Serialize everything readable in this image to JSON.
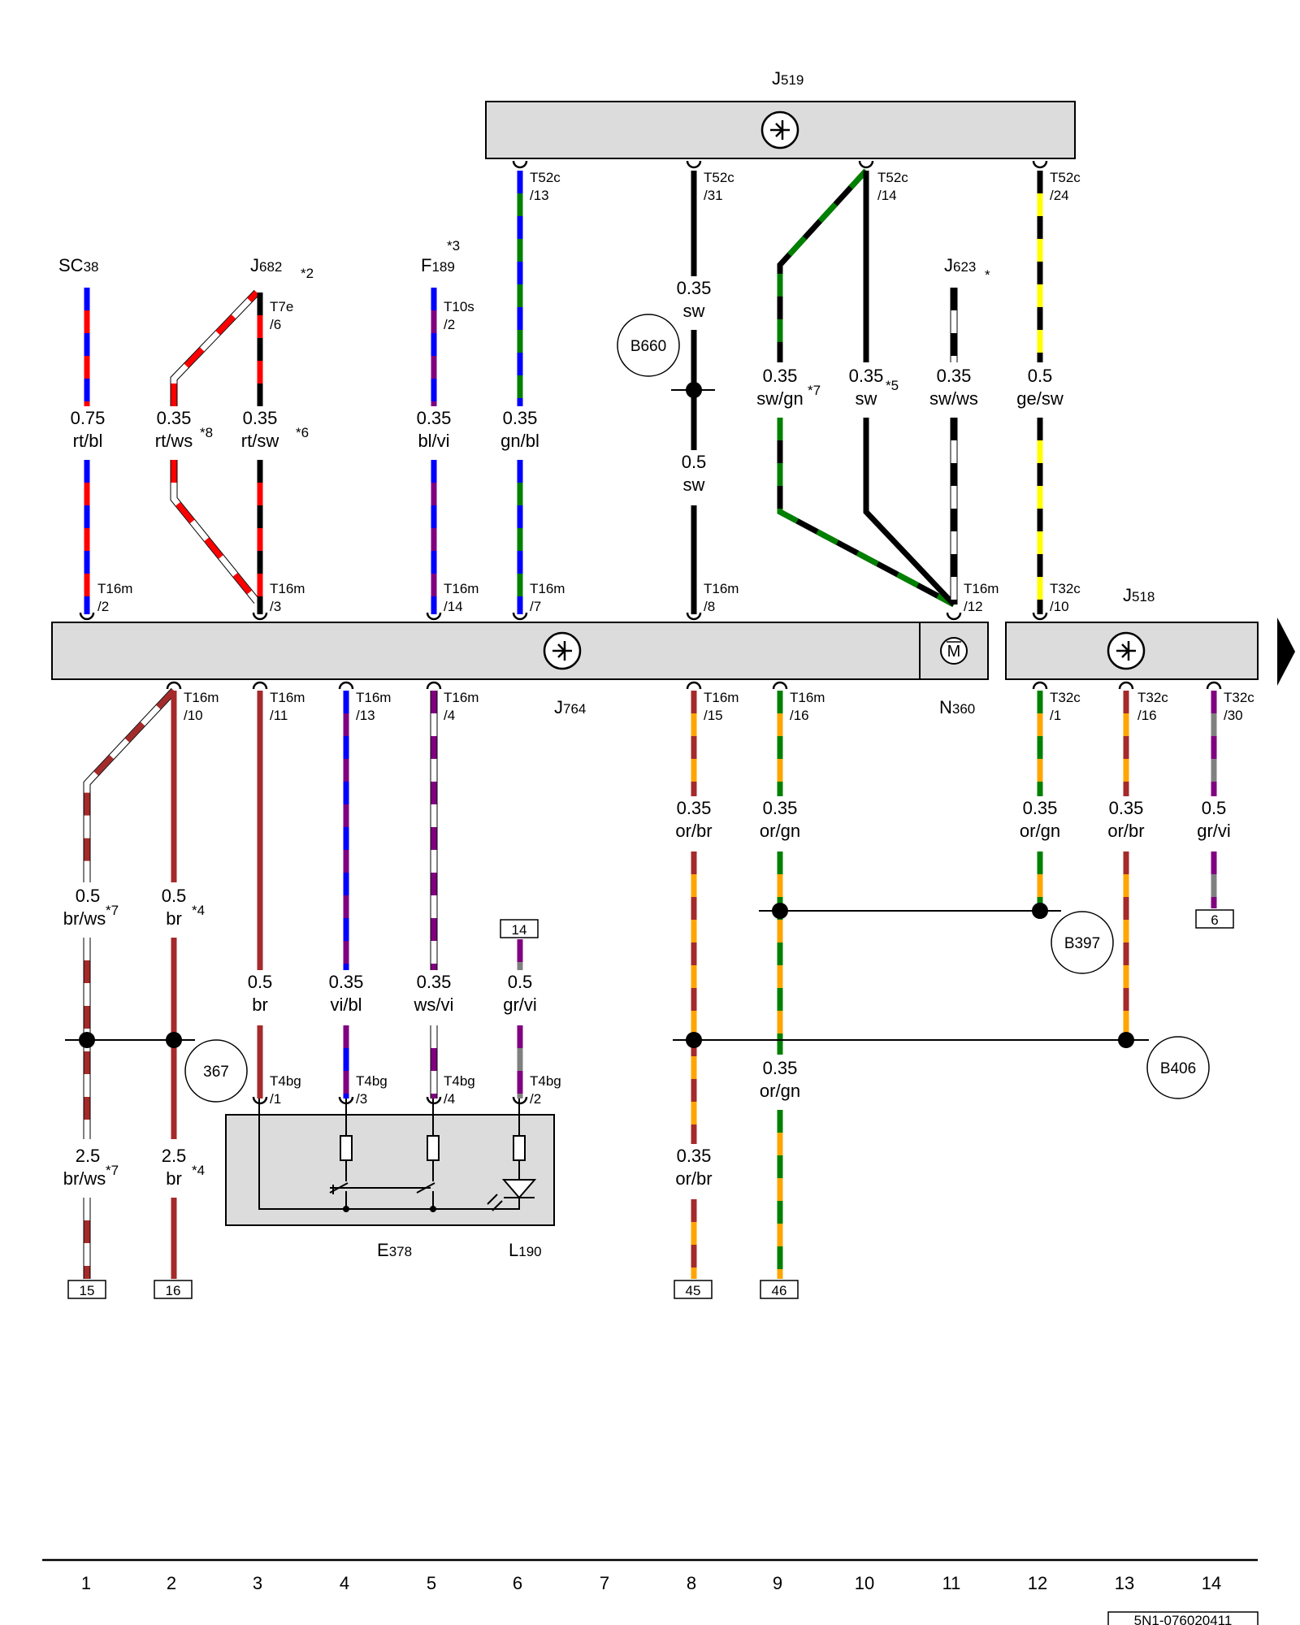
{
  "colors": {
    "rt": "#ff0000",
    "bl": "#0000ff",
    "ws": "#ffffff",
    "sw": "#000000",
    "vi": "#800080",
    "gn": "#008000",
    "ge": "#ffff00",
    "br": "#a52a2a",
    "or": "#ffa500",
    "gr": "#808080",
    "module_fill": "#dcdcdc"
  },
  "components": {
    "J519": {
      "name": "J",
      "sub": "519"
    },
    "J764": {
      "name": "J",
      "sub": "764"
    },
    "J518": {
      "name": "J",
      "sub": "518"
    },
    "N360": {
      "name": "N",
      "sub": "360"
    },
    "SC38": {
      "name": "SC",
      "sub": "38"
    },
    "J682": {
      "name": "J",
      "sub": "682",
      "star": "*2"
    },
    "F189": {
      "name": "F",
      "sub": "189",
      "star": "*3"
    },
    "J623": {
      "name": "J",
      "sub": "623",
      "star": "*"
    },
    "E378": {
      "name": "E",
      "sub": "378"
    },
    "L190": {
      "name": "L",
      "sub": "190"
    }
  },
  "circles": {
    "B660": "B660",
    "367": "367",
    "B397": "B397",
    "B406": "B406"
  },
  "wires": [
    {
      "gauge": "0.75",
      "color": "rt/bl",
      "star": ""
    },
    {
      "gauge": "0.35",
      "color": "rt/ws",
      "star": "*8"
    },
    {
      "gauge": "0.35",
      "color": "rt/sw",
      "star": "*6"
    },
    {
      "gauge": "0.35",
      "color": "bl/vi",
      "star": ""
    },
    {
      "gauge": "0.35",
      "color": "gn/bl",
      "star": ""
    },
    {
      "gauge": "0.35",
      "color": "sw",
      "star": ""
    },
    {
      "gauge": "0.5",
      "color": "sw",
      "star": ""
    },
    {
      "gauge": "0.35",
      "color": "sw/gn",
      "star": "*7"
    },
    {
      "gauge": "0.35",
      "color": "sw",
      "star": "*5"
    },
    {
      "gauge": "0.35",
      "color": "sw/ws",
      "star": ""
    },
    {
      "gauge": "0.5",
      "color": "ge/sw",
      "star": ""
    },
    {
      "gauge": "0.5",
      "color": "br/ws",
      "star": "*7"
    },
    {
      "gauge": "0.5",
      "color": "br",
      "star": "*4"
    },
    {
      "gauge": "0.5",
      "color": "br",
      "star": ""
    },
    {
      "gauge": "0.35",
      "color": "vi/bl",
      "star": ""
    },
    {
      "gauge": "0.35",
      "color": "ws/vi",
      "star": ""
    },
    {
      "gauge": "0.5",
      "color": "gr/vi",
      "star": ""
    },
    {
      "gauge": "0.35",
      "color": "or/br",
      "star": ""
    },
    {
      "gauge": "0.35",
      "color": "or/gn",
      "star": ""
    },
    {
      "gauge": "0.35",
      "color": "or/gn",
      "star": ""
    },
    {
      "gauge": "0.35",
      "color": "or/br",
      "star": ""
    },
    {
      "gauge": "0.5",
      "color": "gr/vi",
      "star": ""
    },
    {
      "gauge": "0.35",
      "color": "or/gn",
      "star": ""
    },
    {
      "gauge": "0.35",
      "color": "or/br",
      "star": ""
    },
    {
      "gauge": "2.5",
      "color": "br/ws",
      "star": "*7"
    },
    {
      "gauge": "2.5",
      "color": "br",
      "star": "*4"
    }
  ],
  "connectors": [
    {
      "name": "T52c",
      "pin": "/13"
    },
    {
      "name": "T52c",
      "pin": "/31"
    },
    {
      "name": "T52c",
      "pin": "/14"
    },
    {
      "name": "T52c",
      "pin": "/24"
    },
    {
      "name": "T7e",
      "pin": "/6"
    },
    {
      "name": "T10s",
      "pin": "/2"
    },
    {
      "name": "T16m",
      "pin": "/2"
    },
    {
      "name": "T16m",
      "pin": "/3"
    },
    {
      "name": "T16m",
      "pin": "/14"
    },
    {
      "name": "T16m",
      "pin": "/7"
    },
    {
      "name": "T16m",
      "pin": "/8"
    },
    {
      "name": "T16m",
      "pin": "/12"
    },
    {
      "name": "T32c",
      "pin": "/10"
    },
    {
      "name": "T16m",
      "pin": "/10"
    },
    {
      "name": "T16m",
      "pin": "/11"
    },
    {
      "name": "T16m",
      "pin": "/13"
    },
    {
      "name": "T16m",
      "pin": "/4"
    },
    {
      "name": "T16m",
      "pin": "/15"
    },
    {
      "name": "T16m",
      "pin": "/16"
    },
    {
      "name": "T32c",
      "pin": "/1"
    },
    {
      "name": "T32c",
      "pin": "/16"
    },
    {
      "name": "T32c",
      "pin": "/30"
    },
    {
      "name": "T4bg",
      "pin": "/1"
    },
    {
      "name": "T4bg",
      "pin": "/3"
    },
    {
      "name": "T4bg",
      "pin": "/4"
    },
    {
      "name": "T4bg",
      "pin": "/2"
    }
  ],
  "references": [
    "14",
    "6",
    "15",
    "16",
    "45",
    "46"
  ],
  "columns": [
    "1",
    "2",
    "3",
    "4",
    "5",
    "6",
    "7",
    "8",
    "9",
    "10",
    "11",
    "12",
    "13",
    "14"
  ],
  "doc_id": "5N1-076020411"
}
